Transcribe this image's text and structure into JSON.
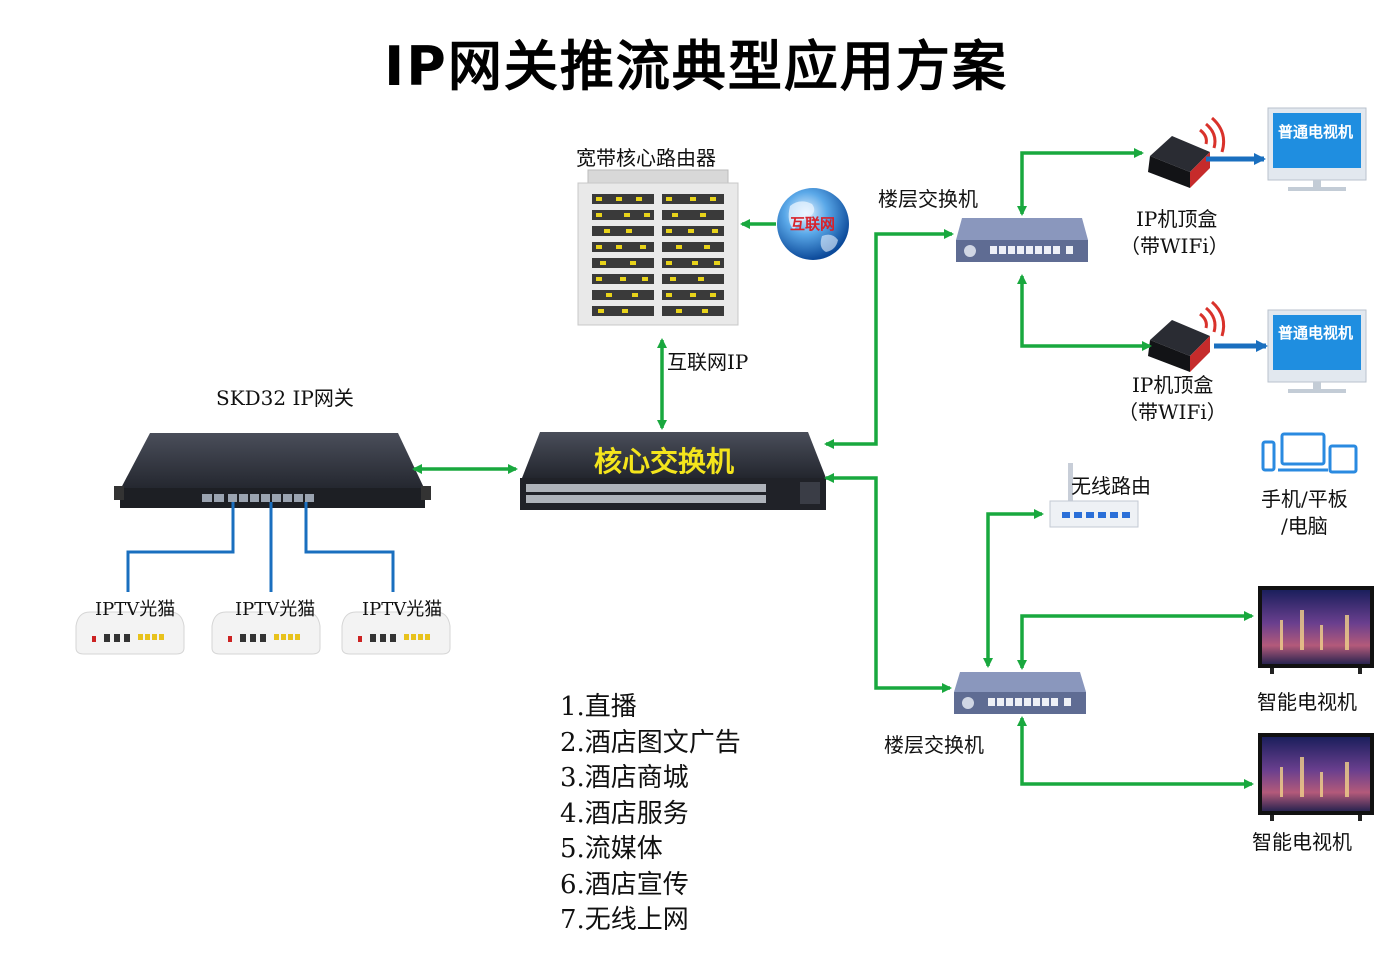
{
  "title": "IP网关推流典型应用方案",
  "labels": {
    "core_router": "宽带核心路由器",
    "internet": "互联网",
    "internet_ip": "互联网IP",
    "gateway": "SKD32  IP网关",
    "core_switch": "核心交换机",
    "floor_switch_1": "楼层交换机",
    "floor_switch_2": "楼层交换机",
    "stb_1_line1": "IP机顶盒",
    "stb_1_line2": "（带WIFi）",
    "stb_2_line1": "IP机顶盒",
    "stb_2_line2": "（带WIFi）",
    "tv_1": "普通电视机",
    "tv_2": "普通电视机",
    "wireless_router": "无线路由",
    "devices_line1": "手机/平板",
    "devices_line2": "/电脑",
    "smart_tv_1": "智能电视机",
    "smart_tv_2": "智能电视机",
    "modem_1": "IPTV光猫",
    "modem_2": "IPTV光猫",
    "modem_3": "IPTV光猫"
  },
  "features": [
    "1.直播",
    "2.酒店图文广告",
    "3.酒店商城",
    "4.酒店服务",
    "5.流媒体",
    "6.酒店宣传",
    "7.无线上网"
  ],
  "colors": {
    "link_green": "#19a83e",
    "link_blue": "#1a6fbf",
    "core_label_yellow": "#f4e51c",
    "device_dark": "#2b2f38",
    "switch_blue": "#6e7da6"
  },
  "icons": [
    "server-rack-icon",
    "globe-icon",
    "switch-icon",
    "stb-icon",
    "monitor-icon",
    "router-icon",
    "smart-tv-icon",
    "modem-icon",
    "phone-tablet-pc-icon"
  ]
}
